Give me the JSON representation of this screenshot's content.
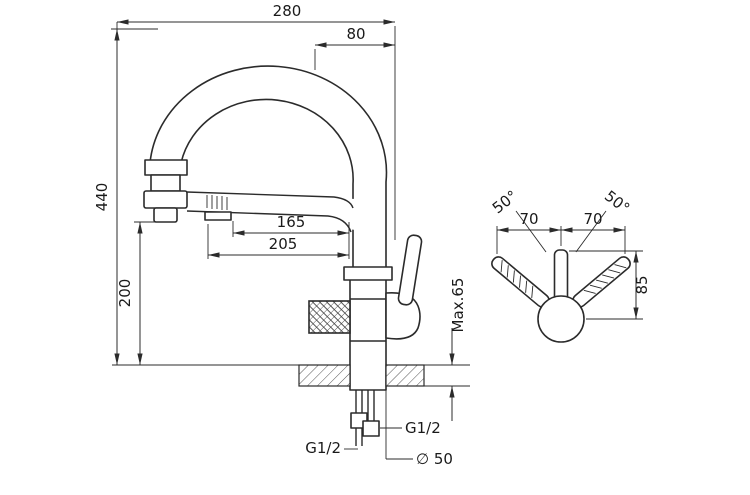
{
  "drawing": {
    "main_view": {
      "dim_spout_width": "280",
      "dim_spout_offset": "80",
      "dim_height_total": "440",
      "dim_height_outlet": "200",
      "dim_reach_aerator": "165",
      "dim_reach_spout": "205",
      "dim_counter_thickness": "Max.65",
      "dim_thread_left": "G1/2",
      "dim_thread_right": "G1/2",
      "dim_mount_hole": "∅ 50"
    },
    "handle_view": {
      "dim_angle_left": "50°",
      "dim_angle_right": "50°",
      "dim_width_left": "70",
      "dim_width_right": "70",
      "dim_lever_height": "85"
    },
    "colors": {
      "line": "#2b2b2b",
      "background": "#ffffff"
    }
  }
}
